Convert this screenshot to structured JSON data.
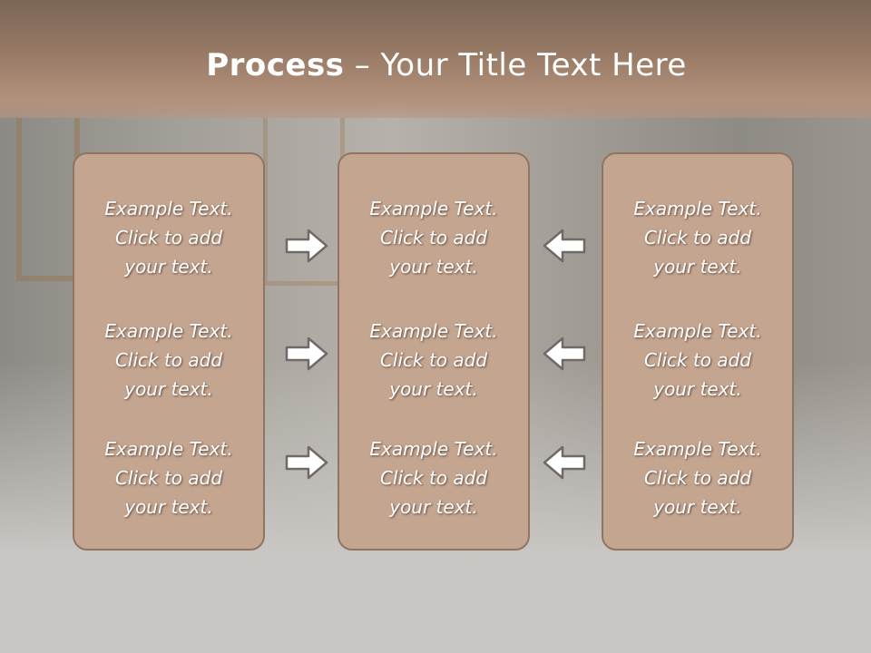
{
  "title": {
    "bold": "Process",
    "rest": " – Your Title Text Here"
  },
  "panels": [
    {
      "blocks": [
        {
          "l1": "Example Text.",
          "l2": "Click  to add",
          "l3": "your text."
        },
        {
          "l1": "Example Text.",
          "l2": "Click  to add",
          "l3": "your text."
        },
        {
          "l1": "Example Text.",
          "l2": "Click  to add",
          "l3": "your text."
        }
      ]
    },
    {
      "blocks": [
        {
          "l1": "Example Text.",
          "l2": "Click  to add",
          "l3": "your text."
        },
        {
          "l1": "Example Text.",
          "l2": "Click  to add",
          "l3": "your text."
        },
        {
          "l1": "Example Text.",
          "l2": "Click  to add",
          "l3": "your text."
        }
      ]
    },
    {
      "blocks": [
        {
          "l1": "Example Text.",
          "l2": "Click  to add",
          "l3": "your text."
        },
        {
          "l1": "Example Text.",
          "l2": "Click  to add",
          "l3": "your text."
        },
        {
          "l1": "Example Text.",
          "l2": "Click  to add",
          "l3": "your text."
        }
      ]
    }
  ],
  "arrows": {
    "left_group": "arrow-right-icon",
    "right_group": "arrow-left-icon"
  },
  "colors": {
    "header": "#977a66",
    "panel_fill": "#c4a590",
    "panel_border": "#8e7564",
    "text": "#ffffff"
  }
}
